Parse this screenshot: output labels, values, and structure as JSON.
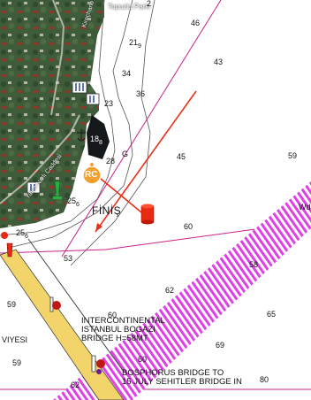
{
  "map": {
    "places": {
      "park": "Topuzlu Parkı",
      "street_1": "Kireçhane Sk.",
      "street_2": "Yalım Narlı Caddesi"
    },
    "depths": [
      "2",
      "46",
      "21",
      "9",
      "34",
      "43",
      "36",
      "23",
      "18",
      "8",
      "28",
      "G",
      "45",
      "59",
      "25",
      "6",
      "25",
      "6",
      "60",
      "53",
      "62",
      "58",
      "59",
      "65",
      "60",
      "60",
      "59",
      "69",
      "62",
      "80"
    ],
    "finish_label": "FİNİŞ",
    "rc_marker": "RC",
    "bridge_1": "INTERCONTINENTAL\nISTANBUL BOGAZI\nBRIDGE H=58MT",
    "bridge_2": "BOSPHORUS BRIDGE TO\n15 JULY SEHITLER BRIDGE IN",
    "edge_text_right": "Wd",
    "edge_text_left": "VIYESI",
    "colors": {
      "land": "#3e5b3a",
      "water": "#ffffff",
      "traffic_lane": "#e040e8",
      "bridge": "#f2d46b",
      "boundary": "#c8208c",
      "course_arrow": "#e83018",
      "buoy": "#e82a10",
      "rc_marker": "#f0a030"
    },
    "icons": [
      "restaurant-icon",
      "anchor-icon",
      "green-buoy-icon",
      "red-buoy-icon",
      "mark-icon"
    ]
  }
}
